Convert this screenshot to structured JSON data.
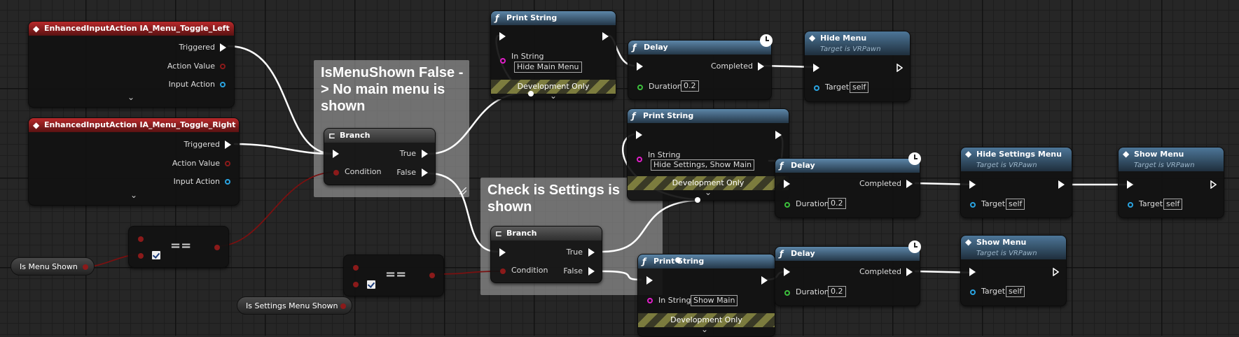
{
  "colors": {
    "exec": "#ffffff",
    "bool": "#8b1a1a",
    "float": "#3cbf3c",
    "string": "#e01ec8",
    "object": "#2aa3e0",
    "struct": "#2aa3e0",
    "event_header": "#b8292b",
    "function_header": "#4d7698"
  },
  "comments": {
    "main_menu": {
      "title": "IsMenuShown False -> No main menu is shown"
    },
    "settings": {
      "title": "Check is Settings is shown"
    }
  },
  "events": {
    "left": {
      "title": "EnhancedInputAction IA_Menu_Toggle_Left",
      "pins": {
        "triggered": "Triggered",
        "action_value": "Action Value",
        "input_action": "Input Action"
      }
    },
    "right": {
      "title": "EnhancedInputAction IA_Menu_Toggle_Right",
      "pins": {
        "triggered": "Triggered",
        "action_value": "Action Value",
        "input_action": "Input Action"
      }
    }
  },
  "branch": {
    "title": "Branch",
    "true": "True",
    "false": "False",
    "condition": "Condition"
  },
  "print_string": {
    "title": "Print String",
    "in_string_label": "In String",
    "dev_only": "Development Only"
  },
  "print_values": {
    "hide_main": "Hide Main Menu",
    "hide_settings": "Hide Settings, Show Main",
    "show_main": "Show Main"
  },
  "delay": {
    "title": "Delay",
    "completed": "Completed",
    "duration": "Duration",
    "value": "0.2"
  },
  "calls": {
    "hide_menu": "Hide Menu",
    "hide_settings_menu": "Hide Settings Menu",
    "show_menu": "Show Menu",
    "target_is": "Target is VRPawn",
    "target": "Target",
    "self": "self"
  },
  "variables": {
    "is_menu_shown": "Is Menu Shown",
    "is_settings_menu_shown": "Is Settings Menu Shown"
  },
  "equal_op": "=="
}
